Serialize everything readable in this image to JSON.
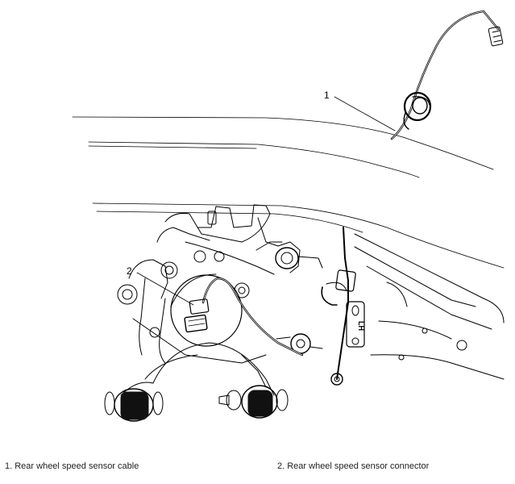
{
  "callouts": [
    {
      "number": "1"
    },
    {
      "number": "2"
    }
  ],
  "legend": [
    {
      "text": "1. Rear wheel speed sensor cable"
    },
    {
      "text": "2. Rear wheel speed sensor connector"
    }
  ],
  "panel_tag": "LH",
  "colors": {
    "line": "#000000",
    "background": "#ffffff",
    "bushing": "#111111"
  }
}
